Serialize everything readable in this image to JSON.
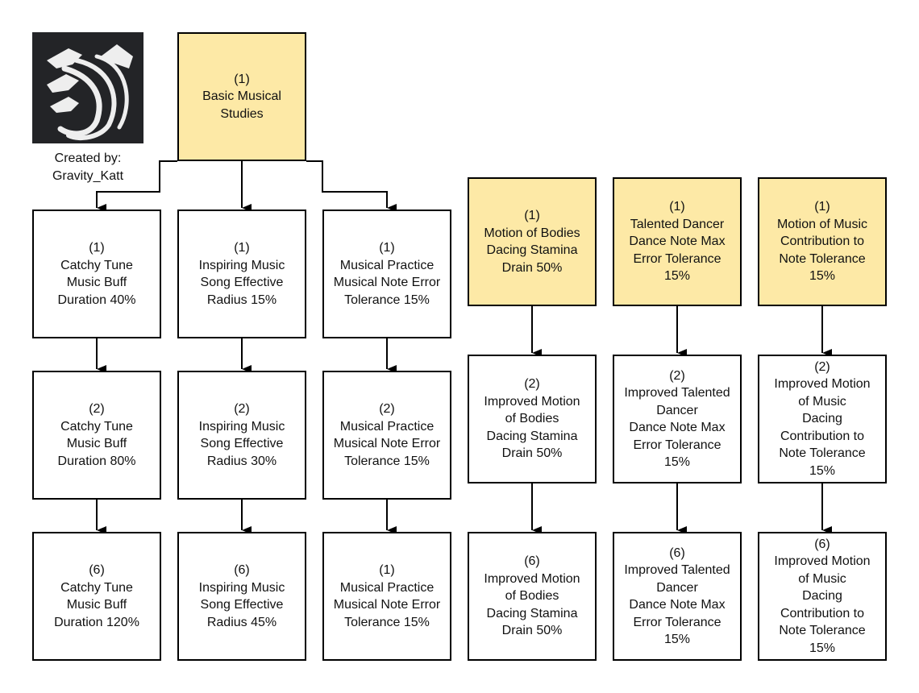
{
  "credit": "Created by:\nGravity_Katt",
  "colors": {
    "highlight": "#fde9a6",
    "border": "#000000",
    "logo_bg": "#232427"
  },
  "root": "(1)\nBasic Musical\nStudies",
  "columns": [
    {
      "boxes": [
        "(1)\nCatchy Tune\nMusic Buff\nDuration 40%",
        "(2)\nCatchy Tune\nMusic Buff\nDuration 80%",
        "(6)\nCatchy Tune\nMusic Buff\nDuration 120%"
      ]
    },
    {
      "boxes": [
        "(1)\nInspiring Music\nSong Effective\nRadius 15%",
        "(2)\nInspiring Music\nSong Effective\nRadius 30%",
        "(6)\nInspiring Music\nSong Effective\nRadius 45%"
      ]
    },
    {
      "boxes": [
        "(1)\nMusical Practice\nMusical Note Error\nTolerance 15%",
        "(2)\nMusical Practice\nMusical Note Error\nTolerance 15%",
        "(1)\nMusical Practice\nMusical Note Error\nTolerance 15%"
      ]
    },
    {
      "boxes": [
        "(1)\nMotion of Bodies\nDacing Stamina\nDrain 50%",
        "(2)\nImproved Motion\nof Bodies\nDacing Stamina\nDrain 50%",
        "(6)\nImproved Motion\nof Bodies\nDacing Stamina\nDrain 50%"
      ]
    },
    {
      "boxes": [
        "(1)\nTalented Dancer\nDance Note Max\nError Tolerance\n15%",
        "(2)\nImproved Talented\nDancer\nDance Note Max\nError Tolerance\n15%",
        "(6)\nImproved Talented\nDancer\nDance Note Max\nError Tolerance\n15%"
      ]
    },
    {
      "boxes": [
        "(1)\nMotion of Music\nContribution to\nNote Tolerance\n15%",
        "(2)\nImproved Motion\nof Music\nDacing\nContribution to\nNote Tolerance\n15%",
        "(6)\nImproved Motion\nof Music\nDacing\nContribution to\nNote Tolerance\n15%"
      ]
    }
  ]
}
